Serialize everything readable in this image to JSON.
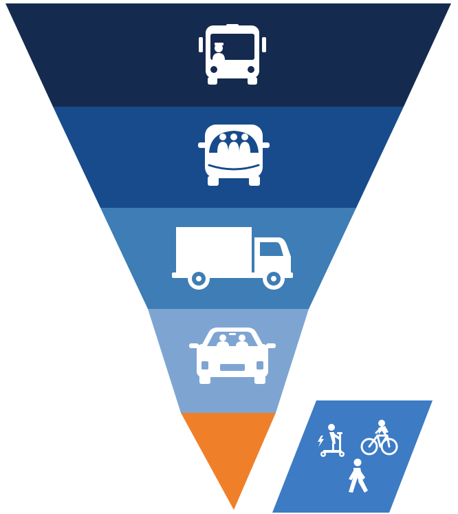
{
  "pyramid": {
    "tiers": [
      {
        "id": "bus",
        "icon": "bus-with-driver-icon",
        "color": "#152a4f"
      },
      {
        "id": "van",
        "icon": "van-with-passengers-icon",
        "color": "#174b8c"
      },
      {
        "id": "truck",
        "icon": "delivery-truck-icon",
        "color": "#3e7db5"
      },
      {
        "id": "car",
        "icon": "car-with-occupants-icon",
        "color": "#7ea5d2"
      },
      {
        "id": "tip",
        "icon": "",
        "color": "#f07f29"
      }
    ]
  },
  "side_panel": {
    "color": "#3d7bc4",
    "icons": [
      "electric-scooter-icon",
      "cyclist-icon",
      "pedestrian-icon"
    ]
  },
  "icon_color": "#ffffff"
}
